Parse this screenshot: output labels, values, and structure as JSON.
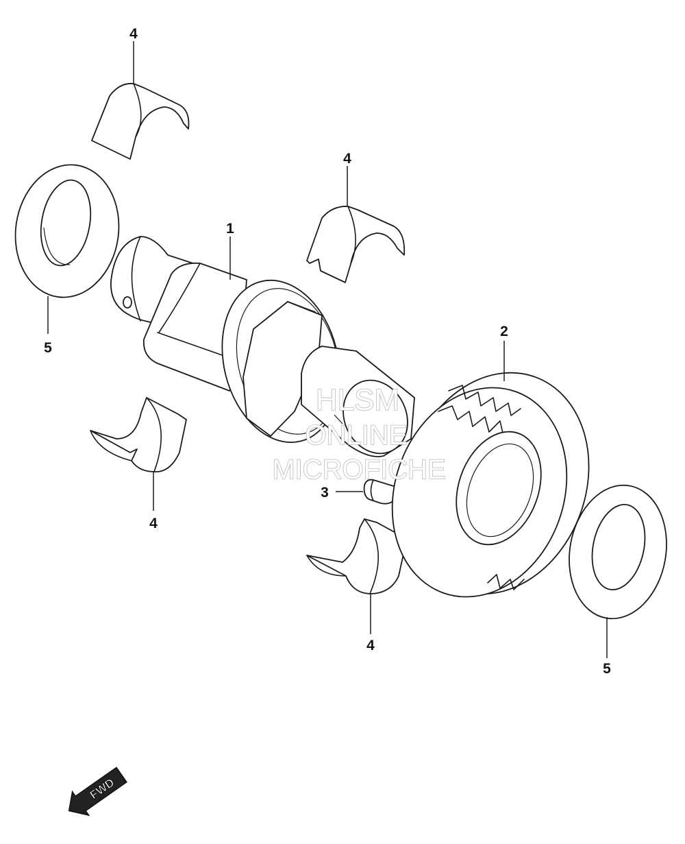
{
  "callouts": {
    "shaft": "1",
    "gear": "2",
    "key": "3",
    "bearing_half_top_left": "4",
    "bearing_half_top_right": "4",
    "bearing_half_bottom_left": "4",
    "bearing_half_bottom_right": "4",
    "washer_left": "5",
    "washer_right": "5"
  },
  "watermark": {
    "line1": "HLSM",
    "line2": "ONLINE",
    "line3": "MICROFICHE"
  },
  "direction_arrow": {
    "label": "FWD"
  }
}
